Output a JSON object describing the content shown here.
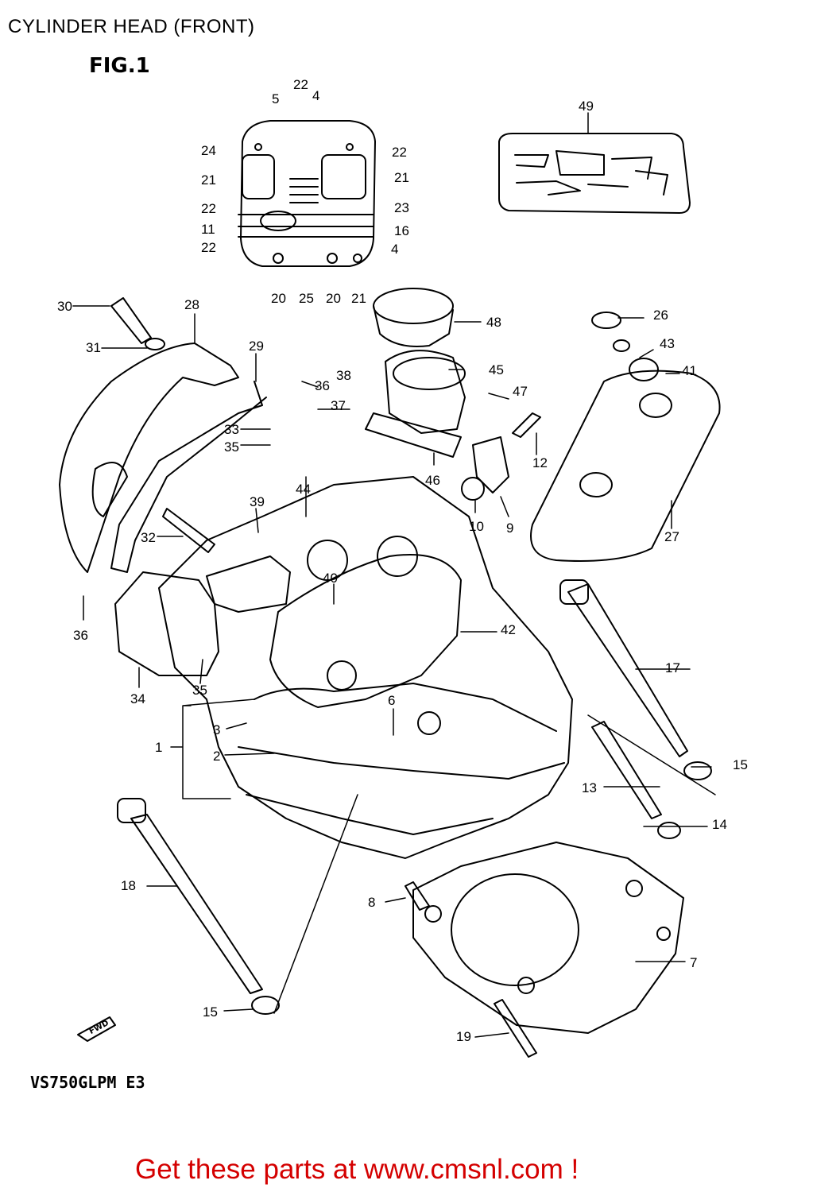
{
  "header": {
    "title": "CYLINDER HEAD (FRONT)"
  },
  "figure": {
    "label": "FIG.1",
    "model_code": "VS750GLPM E3",
    "fwd_marker": "FWD"
  },
  "callouts": [
    "22",
    "5",
    "4",
    "24",
    "22",
    "21",
    "21",
    "22",
    "23",
    "11",
    "16",
    "22",
    "4",
    "20",
    "25",
    "20",
    "21",
    "49",
    "30",
    "28",
    "48",
    "26",
    "31",
    "29",
    "45",
    "43",
    "41",
    "36",
    "38",
    "47",
    "37",
    "12",
    "33",
    "35",
    "46",
    "44",
    "39",
    "10",
    "9",
    "27",
    "32",
    "40",
    "36",
    "42",
    "17",
    "34",
    "35",
    "1",
    "6",
    "3",
    "2",
    "15",
    "13",
    "14",
    "18",
    "8",
    "7",
    "15",
    "19"
  ],
  "footer": {
    "link_text": "Get these parts at www.cmsnl.com !"
  }
}
